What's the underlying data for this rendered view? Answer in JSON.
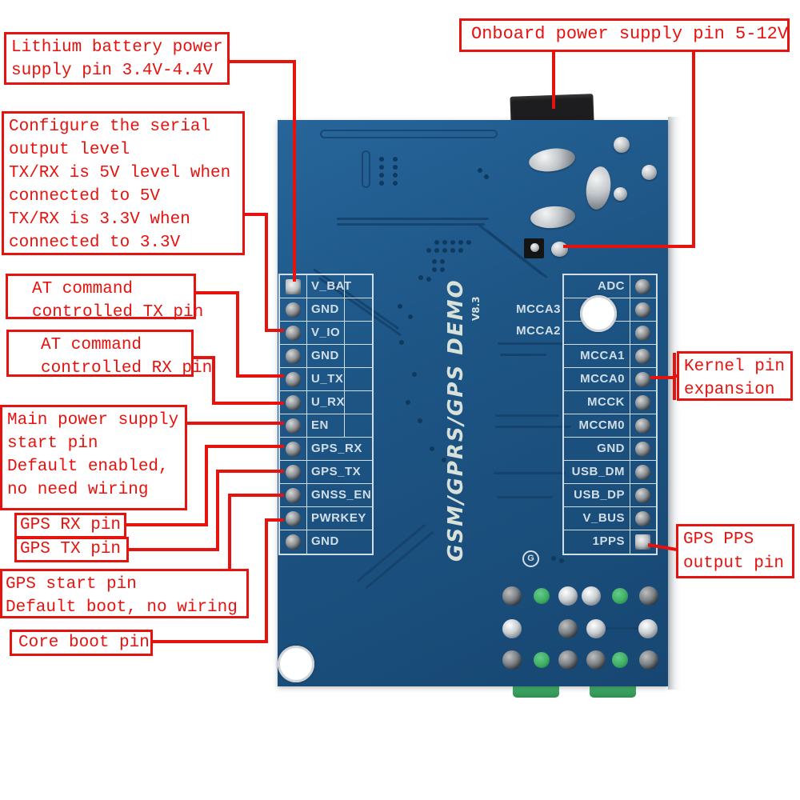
{
  "callouts": {
    "lithium": {
      "lines": [
        "Lithium battery power",
        "supply pin 3.4V-4.4V"
      ]
    },
    "onboard": {
      "lines": [
        "Onboard power supply pin 5-12V"
      ]
    },
    "configure": {
      "lines": [
        "Configure the serial",
        "output level",
        "TX/RX is 5V level when",
        "connected to 5V",
        "TX/RX is 3.3V when",
        "connected to 3.3V"
      ]
    },
    "at_tx": {
      "lines": [
        "AT command",
        "controlled TX pin"
      ]
    },
    "at_rx": {
      "lines": [
        "AT command",
        "controlled RX pin"
      ]
    },
    "main_power": {
      "lines": [
        "Main power supply",
        "start pin",
        "Default enabled,",
        "no need wiring"
      ]
    },
    "gps_rx": {
      "lines": [
        "GPS RX pin"
      ]
    },
    "gps_tx": {
      "lines": [
        "GPS TX pin"
      ]
    },
    "gps_start": {
      "lines": [
        "GPS start pin",
        "Default boot, no wiring"
      ]
    },
    "core_boot": {
      "lines": [
        "Core boot pin"
      ]
    },
    "kernel": {
      "lines": [
        "Kernel pin",
        "expansion"
      ]
    },
    "gps_pps": {
      "lines": [
        "GPS PPS",
        "output pin"
      ]
    }
  },
  "board": {
    "left_pins": [
      "V_BAT",
      "GND",
      "V_IO",
      "GND",
      "U_TX",
      "U_RX",
      "EN",
      "GPS_RX",
      "GPS_TX",
      "GNSS_EN",
      "PWRKEY",
      "GND"
    ],
    "right_pins": [
      "ADC",
      "",
      "",
      "MCCA1",
      "MCCA0",
      "MCCK",
      "MCCM0",
      "GND",
      "USB_DM",
      "USB_DP",
      "V_BUS",
      "1PPS"
    ],
    "side_labels": [
      "MCCA3",
      "MCCA2"
    ],
    "center_text": "GSM/GPRS/GPS DEMO",
    "version": "V8.3",
    "mark": "G"
  },
  "colors": {
    "callout_red": "#e6120e",
    "board_blue": "#1d5585",
    "silkscreen": "#dfe9ee",
    "pad_green": "#3fae63"
  }
}
